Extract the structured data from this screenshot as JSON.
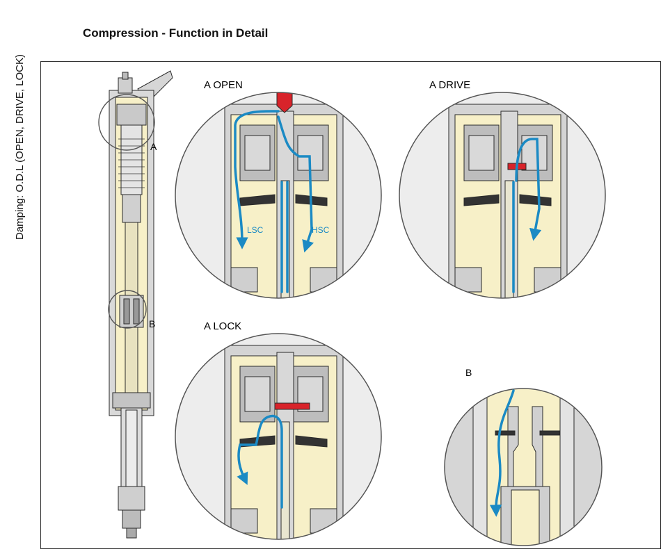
{
  "header": {
    "side_title": "Damping: O.D.L (OPEN, DRIVE, LOCK)",
    "page_title": "Compression - Function in Detail"
  },
  "overview": {
    "detail_a": "A",
    "detail_b": "B"
  },
  "panels": {
    "open": {
      "title": "A OPEN",
      "flow_low": "LSC",
      "flow_high": "HSC"
    },
    "drive": {
      "title": "A DRIVE"
    },
    "lock": {
      "title": "A LOCK"
    },
    "b": {
      "title": "B"
    }
  },
  "colors": {
    "oil": "#f7f0c8",
    "metal": "#cfcfcf",
    "flow": "#1b8ac4",
    "valve_active": "#d8232a",
    "outline": "#2a2a2a"
  }
}
